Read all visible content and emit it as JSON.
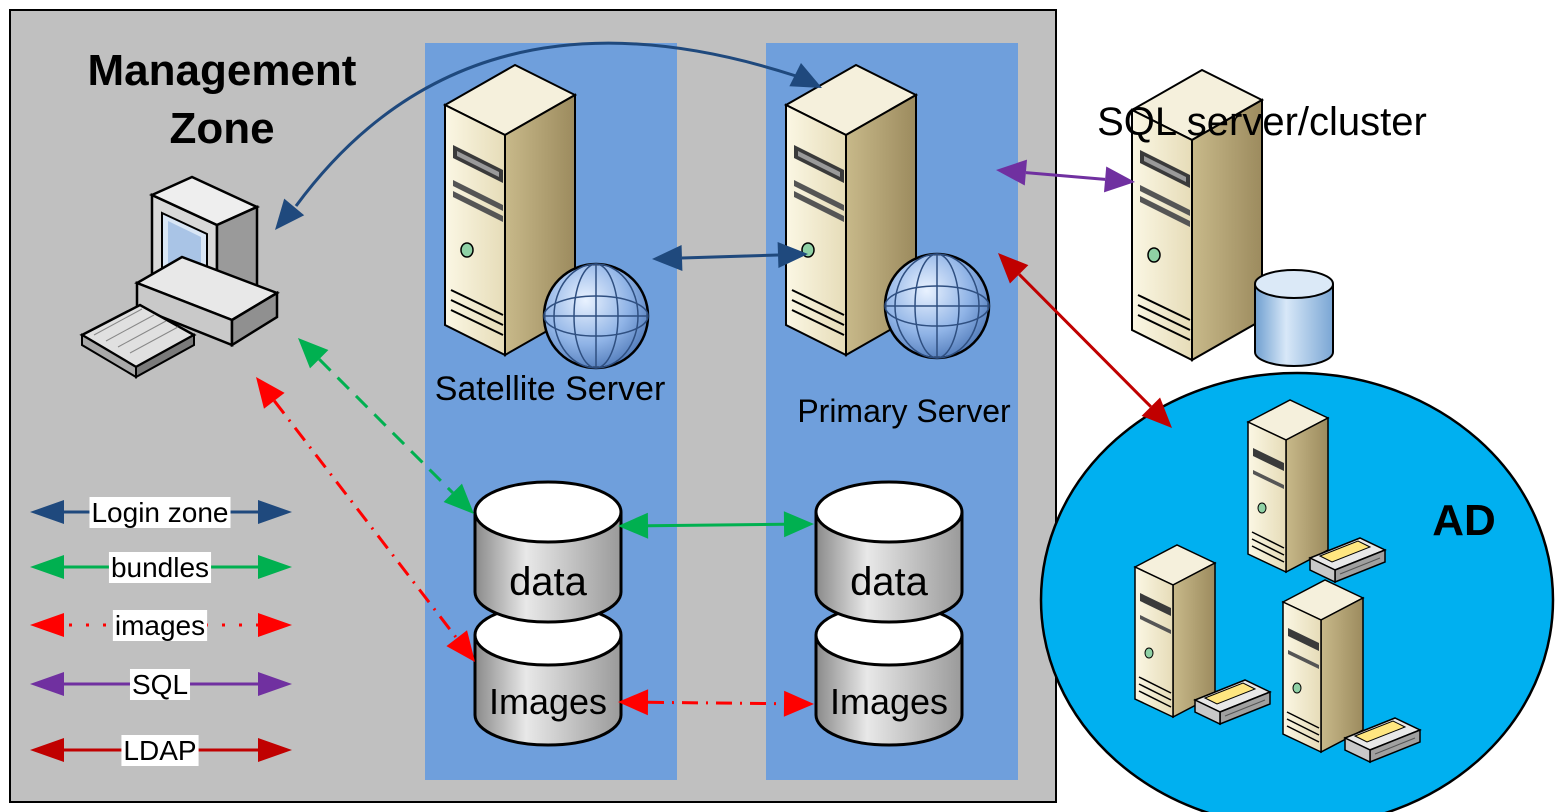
{
  "zone": {
    "title_line1": "Management",
    "title_line2": "Zone"
  },
  "servers": {
    "satellite_label": "Satellite Server",
    "primary_label": "Primary Server",
    "sql_label": "SQL server/cluster"
  },
  "stores": {
    "satellite_data": "data",
    "satellite_images": "Images",
    "primary_data": "data",
    "primary_images": "Images"
  },
  "ad": {
    "label": "AD"
  },
  "legend": {
    "items": [
      {
        "label": "Login zone",
        "color": "#1f497d",
        "style": "solid"
      },
      {
        "label": "bundles",
        "color": "#00b050",
        "style": "solid"
      },
      {
        "label": "images",
        "color": "#ff0000",
        "style": "dash-dot"
      },
      {
        "label": "SQL",
        "color": "#7030a0",
        "style": "solid"
      },
      {
        "label": "LDAP",
        "color": "#c00000",
        "style": "solid"
      }
    ]
  },
  "colors": {
    "zone_fill": "#c0c0c0",
    "column_fill": "#6f9fdc",
    "ad_fill": "#00b0f0"
  },
  "icons": [
    "workstation-icon",
    "server-tower-icon",
    "globe-icon",
    "database-cylinder-icon",
    "printer-icon"
  ]
}
